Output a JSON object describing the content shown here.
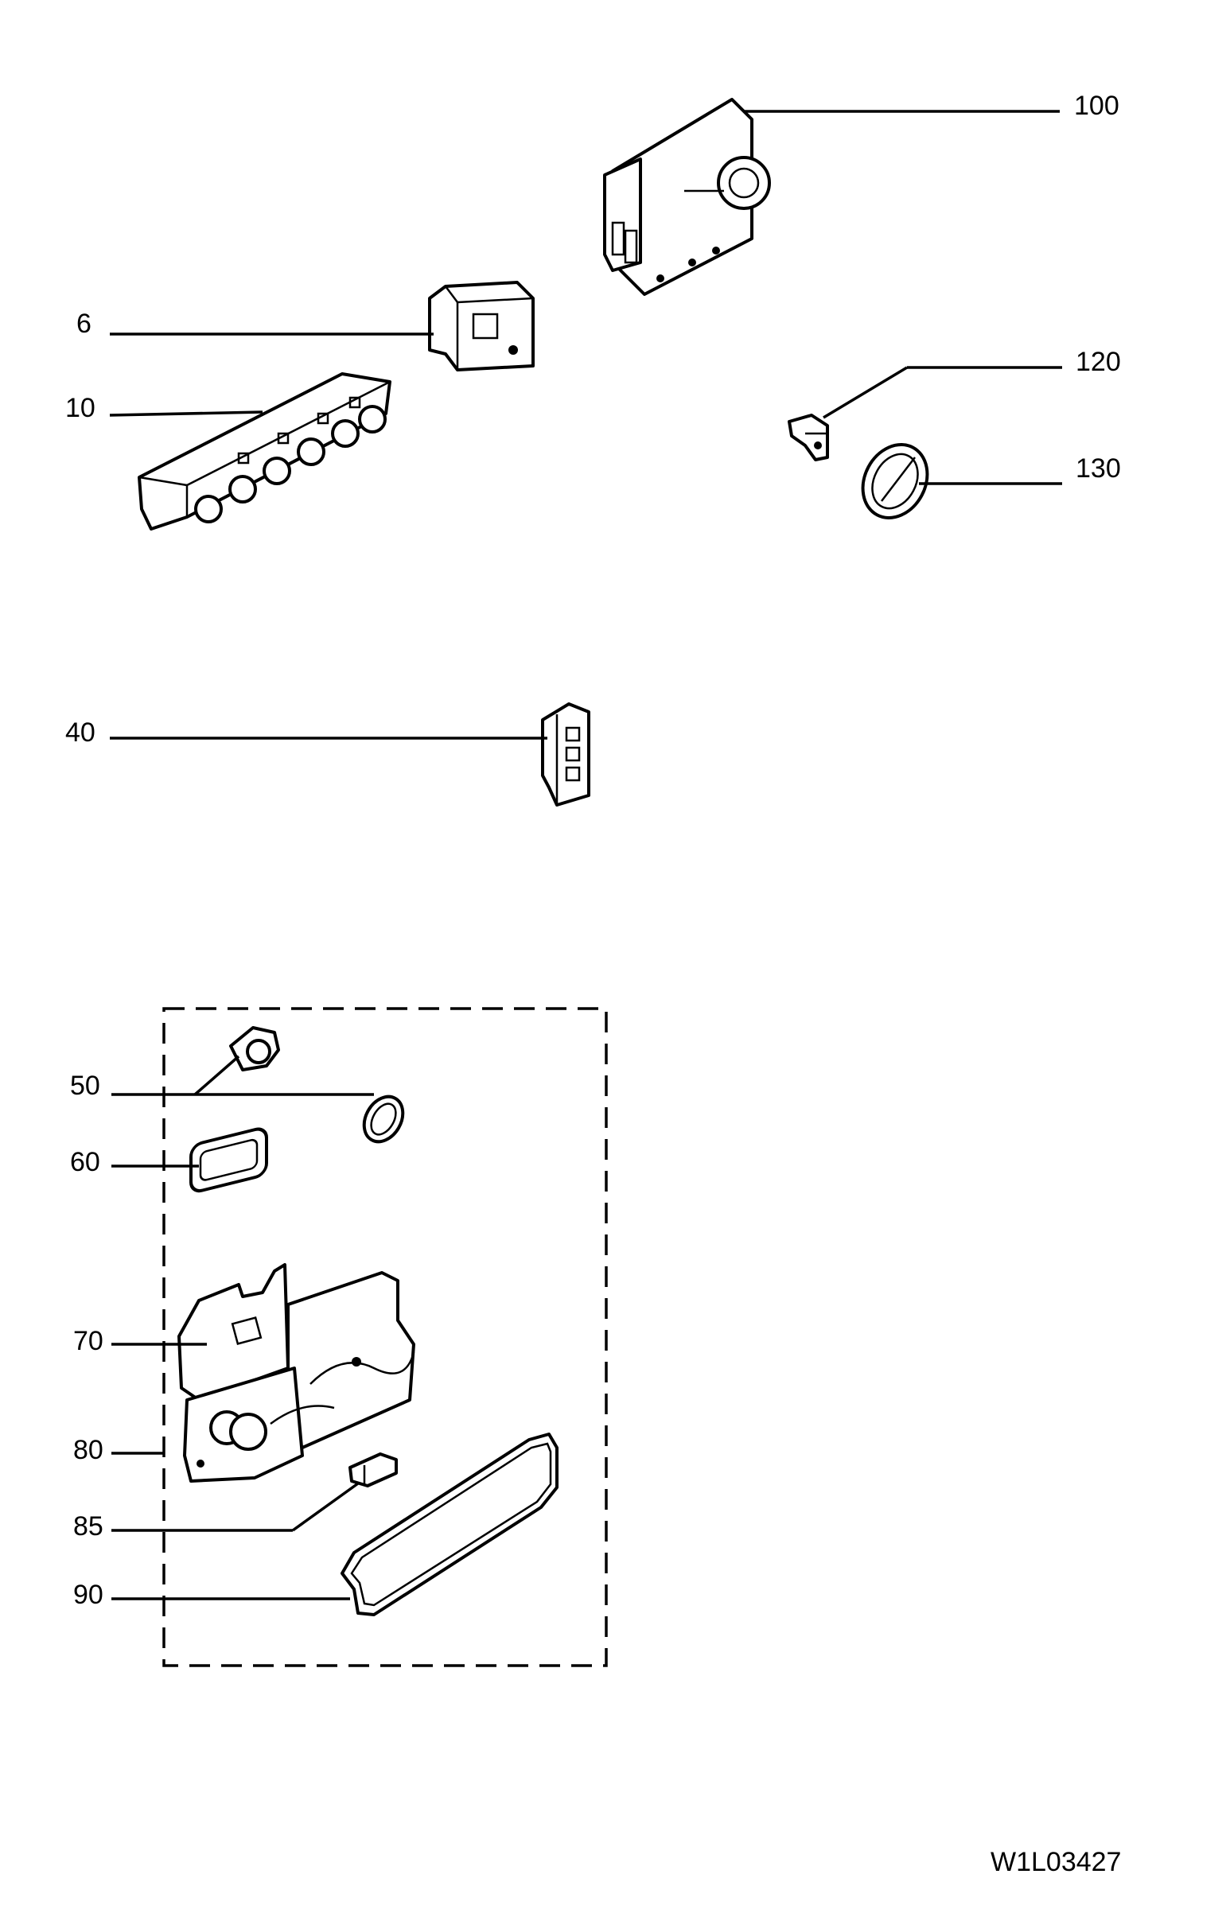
{
  "callouts": [
    {
      "id": "100",
      "label": "100"
    },
    {
      "id": "6",
      "label": "6"
    },
    {
      "id": "10",
      "label": "10"
    },
    {
      "id": "120",
      "label": "120"
    },
    {
      "id": "130",
      "label": "130"
    },
    {
      "id": "40",
      "label": "40"
    },
    {
      "id": "50",
      "label": "50"
    },
    {
      "id": "60",
      "label": "60"
    },
    {
      "id": "70",
      "label": "70"
    },
    {
      "id": "80",
      "label": "80"
    },
    {
      "id": "85",
      "label": "85"
    },
    {
      "id": "90",
      "label": "90"
    }
  ],
  "drawing_code": "W1L03427"
}
